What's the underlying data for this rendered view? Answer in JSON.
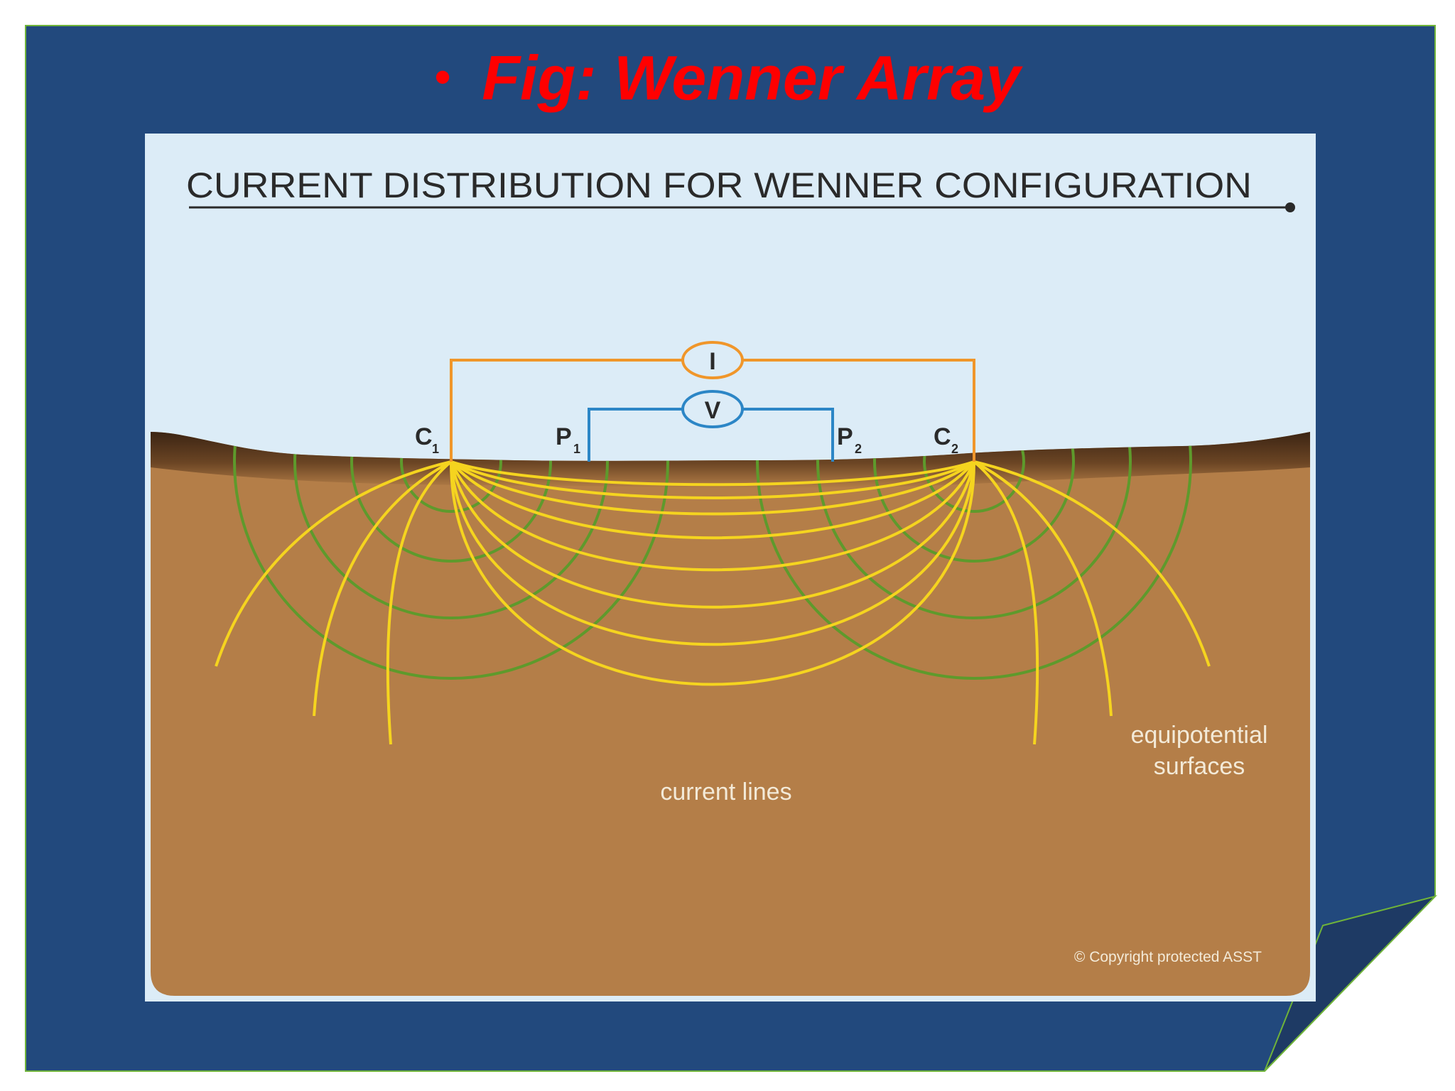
{
  "slide": {
    "bullet": "•",
    "title": "Fig: Wenner Array",
    "colors": {
      "background": "#22497d",
      "page_fold": "#1e3a64",
      "border": "#6fb33a",
      "title": "#ff0000"
    }
  },
  "diagram": {
    "title": "CURRENT DISTRIBUTION FOR WENNER CONFIGURATION",
    "current_meter_label": "I",
    "voltage_meter_label": "V",
    "electrodes": [
      {
        "letter": "C",
        "index": "1"
      },
      {
        "letter": "P",
        "index": "1"
      },
      {
        "letter": "P",
        "index": "2"
      },
      {
        "letter": "C",
        "index": "2"
      }
    ],
    "current_lines_label": "current lines",
    "equipotential_label_line1": "equipotential",
    "equipotential_label_line2": "surfaces",
    "copyright": "© Copyright protected ASST",
    "colors": {
      "sky": "#dcecf7",
      "soil": "#b47e48",
      "soil_top": "#4a2f1a",
      "current_wire": "#f0962a",
      "voltage_wire": "#2c86c6",
      "current_lines": "#f5d41f",
      "equipotential": "#5e9a2c",
      "label_text": "#f3ead8",
      "title_text": "#2a2a2a"
    }
  }
}
